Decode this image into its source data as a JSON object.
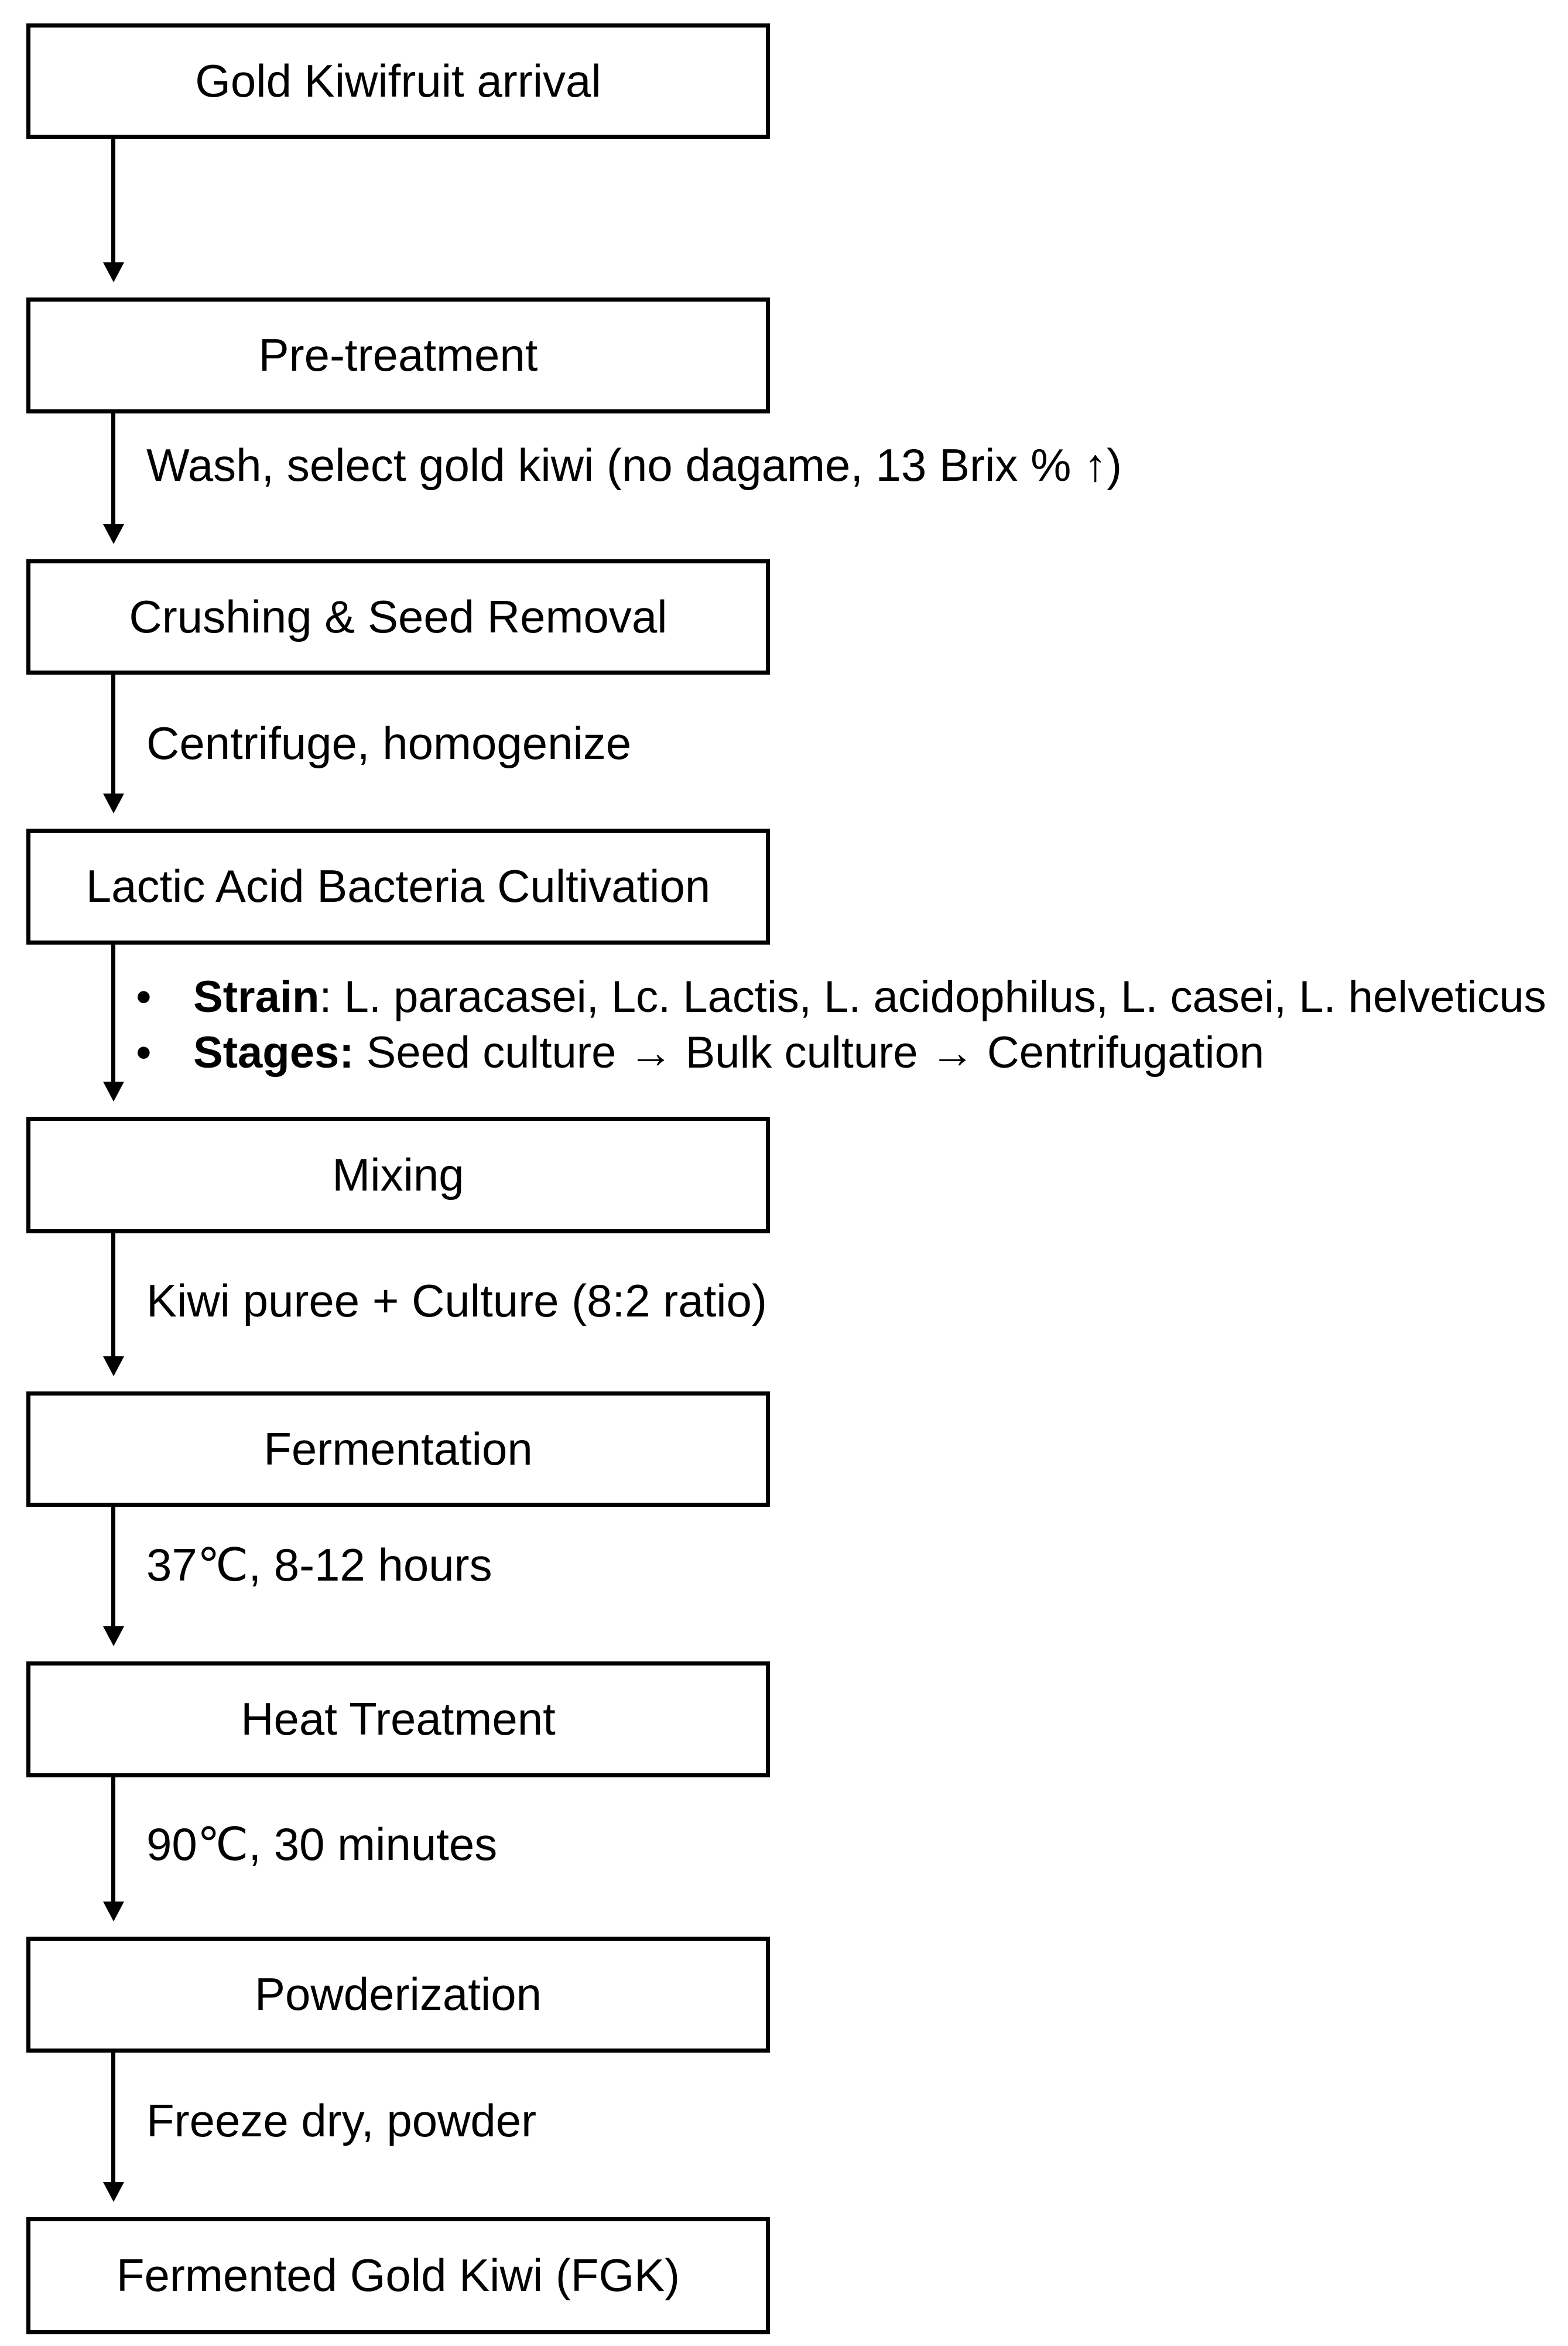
{
  "colors": {
    "line": "#000000",
    "text": "#000000",
    "background": "#ffffff"
  },
  "flowchart": {
    "bullet_char": "•",
    "steps": [
      {
        "label": "Gold Kiwifruit arrival"
      },
      {
        "label": "Pre-treatment"
      },
      {
        "label": "Crushing & Seed Removal"
      },
      {
        "label": "Lactic Acid Bacteria Cultivation"
      },
      {
        "label": "Mixing"
      },
      {
        "label": "Fermentation"
      },
      {
        "label": "Heat Treatment"
      },
      {
        "label": "Powderization"
      },
      {
        "label": "Fermented Gold Kiwi (FGK)"
      }
    ],
    "edge_labels": {
      "wash_select": "Wash, select gold kiwi (no dagame, 13 Brix % ↑)",
      "centrifuge": "Centrifuge, homogenize",
      "kiwi_culture": "Kiwi puree + Culture (8:2 ratio)",
      "fermentation_conditions": "37℃, 8-12 hours",
      "heat_conditions": "90℃, 30 minutes",
      "freeze_dry": "Freeze dry, powder"
    },
    "lab_bullets": [
      {
        "bold": "Strain",
        "rest": ": L. paracasei, Lc. Lactis, L. acidophilus, L. casei, L. helveticus"
      },
      {
        "bold": "Stages:",
        "rest": " Seed culture → Bulk culture → Centrifugation"
      }
    ]
  }
}
